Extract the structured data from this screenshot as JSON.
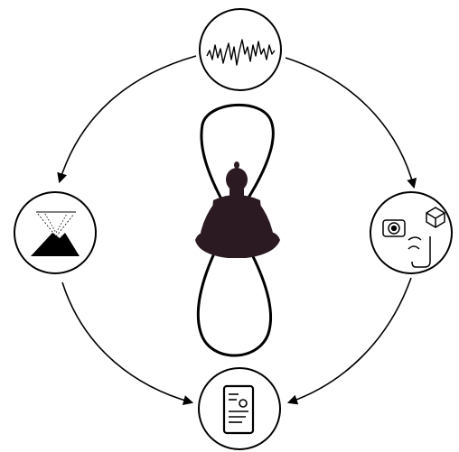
{
  "diagram": {
    "colors": {
      "ink": "#000000",
      "silhouette": "#2c1a22",
      "background": "#ffffff"
    },
    "center": {
      "figure": "meditating-person-silhouette",
      "loop": "figure-eight-loop"
    },
    "nodes": [
      {
        "id": "top",
        "icon": "signal-waveform-icon"
      },
      {
        "id": "right",
        "icon": "camera-package-mobile-icon"
      },
      {
        "id": "bottom",
        "icon": "mobile-device-document-icon"
      },
      {
        "id": "left",
        "icon": "beam-volcano-icon"
      }
    ],
    "arrows": [
      {
        "from": "top",
        "to": "right",
        "direction": "clockwise"
      },
      {
        "from": "right",
        "to": "bottom",
        "direction": "clockwise"
      },
      {
        "from": "top",
        "to": "left",
        "direction": "counter-clockwise"
      },
      {
        "from": "left",
        "to": "bottom",
        "direction": "counter-clockwise"
      }
    ]
  }
}
